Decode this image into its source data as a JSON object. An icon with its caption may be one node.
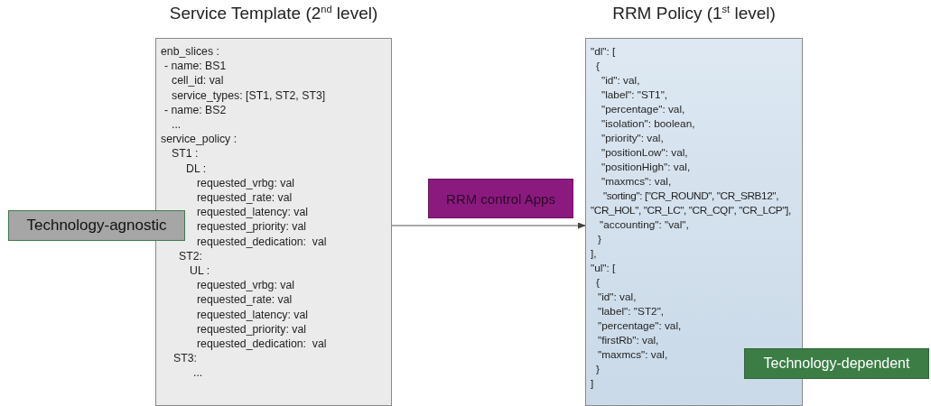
{
  "diagram": {
    "nodes": [
      {
        "text": [
          "Service Template (2$^{nd}$ level)",
          "enb_slices :",
          "- name: BS1",
          "cell_id: val",
          "service_types: [ST1, ST2, ST3]",
          "- name: BS2",
          "...",
          "service_policy :",
          "ST1 :",
          "DL :",
          "requested_vrbg: val",
          "requested_rate: val",
          "requested_latency: val",
          "requested_priority: val",
          "requested_dedication:  val",
          "ST2:",
          "UL :",
          "requested_vrbg: val",
          "requested_rate: val",
          "requested_latency: val",
          "requested_priority: val",
          "requested_dedication:  val",
          "ST3:",
          "..."
        ]
      },
      {
        "text": [
          "RRM Policy (1$^{st}$ level)",
          "\"dl\": [",
          "{",
          "\"id\": val,",
          "\"label\": \"ST1\",",
          "\"percentage\": val,",
          "\"isolation\": boolean,",
          "\"priority\": val,",
          "\"positionLow\": val,",
          "\"positionHigh\": val,",
          "\"maxmcs\": val,",
          "\"sorting\": [\"CR_ROUND\", \"CR_SRB12\", \"CR_HOL\", \"CR_LC\", \"CR_CQI\", \"CR_LCP\"],",
          "\"accounting\": \"val\",",
          "}",
          "],",
          "\"ul\": [",
          "{",
          "\"id\": val,",
          "\"label\": \"ST2\",",
          "\"percentage\": val,",
          "\"firstRb\": val,",
          "\"maxmcs\": val,",
          "}",
          "]"
        ]
      },
      {
        "text": [
          "RRM  control Apps"
        ]
      },
      {
        "text": [
          "Technology-agnostic"
        ]
      },
      {
        "text": [
          "Technology-dependent"
        ]
      }
    ],
    "edges": [
      {
        "from": 0,
        "to": 1,
        "arrow": "to"
      }
    ]
  }
}
